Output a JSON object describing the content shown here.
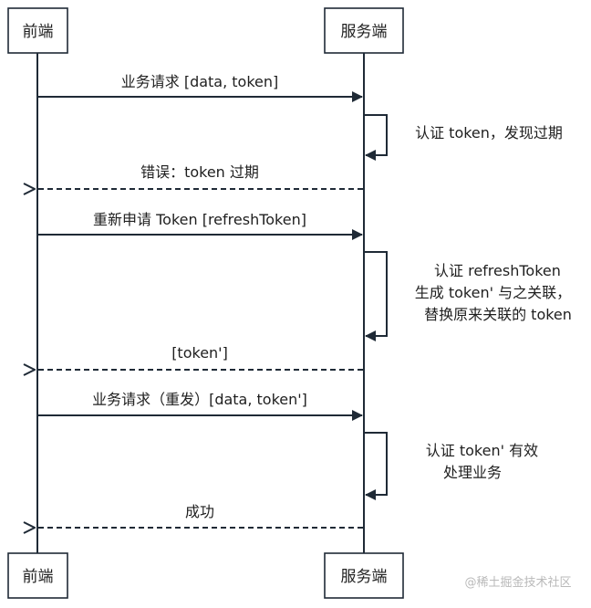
{
  "actors": {
    "frontend": "前端",
    "server": "服务端"
  },
  "messages": [
    {
      "label": "业务请求 [data, token]"
    },
    {
      "label": "错误：token 过期"
    },
    {
      "label": "重新申请 Token [refreshToken]"
    },
    {
      "label": "[token']"
    },
    {
      "label": "业务请求（重发）[data, token']"
    },
    {
      "label": "成功"
    }
  ],
  "self_messages": [
    {
      "lines": [
        "认证 token，发现过期"
      ]
    },
    {
      "lines": [
        "认证 refreshToken",
        "生成 token' 与之关联，",
        "替换原来关联的 token"
      ]
    },
    {
      "lines": [
        "认证 token' 有效",
        "处理业务"
      ]
    }
  ],
  "watermark": "@稀土掘金技术社区"
}
